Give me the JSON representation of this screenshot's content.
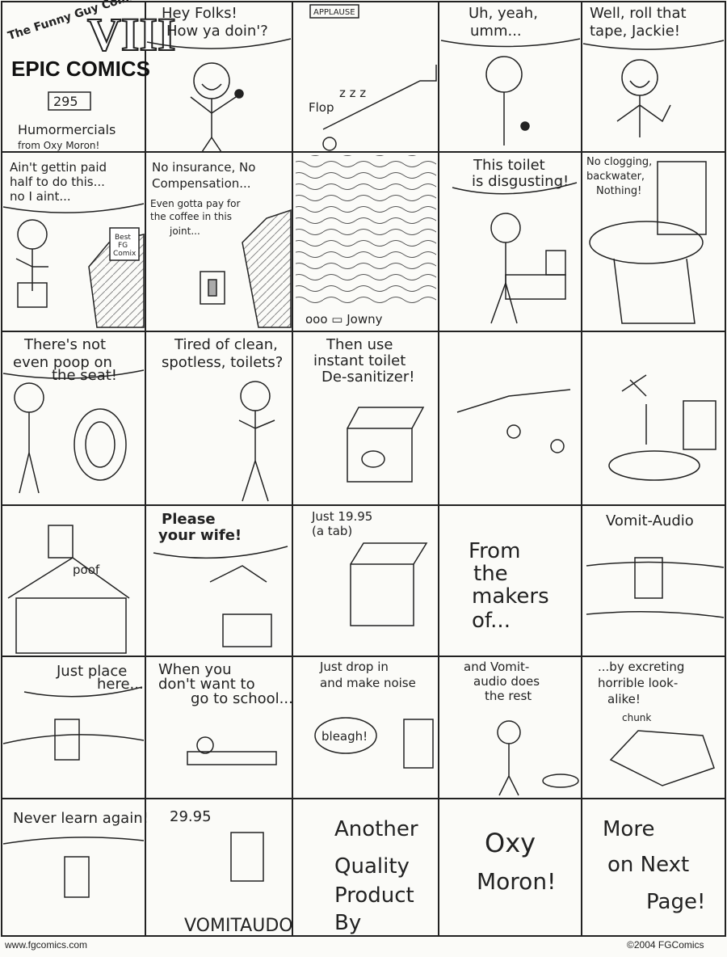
{
  "header": {
    "series_small": "The Funny Guy Comix",
    "roman": "VIII",
    "series_title": "EPIC COMICS",
    "issue": "295",
    "subtitle_line1": "Humormercials",
    "subtitle_line2": "from Oxy Moron!"
  },
  "panels": {
    "p1": {
      "line1": "Hey Folks!",
      "line2": "How ya doin'?"
    },
    "p2": {
      "sign": "APPLAUSE",
      "sfx1": "Flop",
      "sfx2": "z z z"
    },
    "p3": {
      "line1": "Uh, yeah,",
      "line2": "umm..."
    },
    "p4": {
      "line1": "Well, roll that",
      "line2": "tape, Jackie!"
    },
    "p5": {
      "line1": "Ain't gettin paid",
      "line2": "half to do this...",
      "line3": "no I aint...",
      "box1": "Best",
      "box2": "FG",
      "box3": "Comix"
    },
    "p6": {
      "line1": "No insurance, No",
      "line2": "Compensation...",
      "line3": "Even gotta pay for",
      "line4": "the coffee in this",
      "line5": "joint..."
    },
    "p7": {
      "credit": "ooo ▭ Jowny"
    },
    "p8": {
      "line1": "This toilet",
      "line2": "is disgusting!"
    },
    "p9": {
      "line1": "No clogging,",
      "line2": "backwater,",
      "line3": "Nothing!"
    },
    "p10": {
      "line1": "There's not",
      "line2": "even poop on",
      "line3": "the seat!"
    },
    "p11": {
      "line1": "Tired of clean,",
      "line2": "spotless, toilets?"
    },
    "p12": {
      "line1": "Then use",
      "line2": "instant toilet",
      "line3": "De-sanitizer!"
    },
    "p15": {
      "sfx": "poof"
    },
    "p16": {
      "line1": "Please",
      "line2": "your wife!"
    },
    "p17": {
      "line1": "Just 19.95",
      "line2": "(a tab)"
    },
    "p18": {
      "line1": "From",
      "line2": "the",
      "line3": "makers",
      "line4": "of..."
    },
    "p19": {
      "line1": "Vomit-Audio"
    },
    "p20": {
      "line1": "Just place",
      "line2": "here..."
    },
    "p21": {
      "line1": "When you",
      "line2": "don't want to",
      "line3": "go to school..."
    },
    "p22": {
      "line1": "Just drop in",
      "line2": "and make noise",
      "sfx": "bleagh!"
    },
    "p23": {
      "line1": "and Vomit-",
      "line2": "audio does",
      "line3": "the rest"
    },
    "p24": {
      "line1": "...by excreting",
      "line2": "horrible look-",
      "line3": "alike!",
      "sfx": "chunk"
    },
    "p25": {
      "line1": "Never learn again!"
    },
    "p26": {
      "line1": "29.95",
      "line2": "VOMITAUDO"
    },
    "p27": {
      "line1": "Another",
      "line2": "Quality",
      "line3": "Product",
      "line4": "By"
    },
    "p28": {
      "line1": "Oxy",
      "line2": "Moron!"
    },
    "p29": {
      "line1": "More",
      "line2": "on Next",
      "line3": "Page!"
    }
  },
  "footer": {
    "left": "www.fgcomics.com",
    "right": "©2004 FGComics"
  }
}
